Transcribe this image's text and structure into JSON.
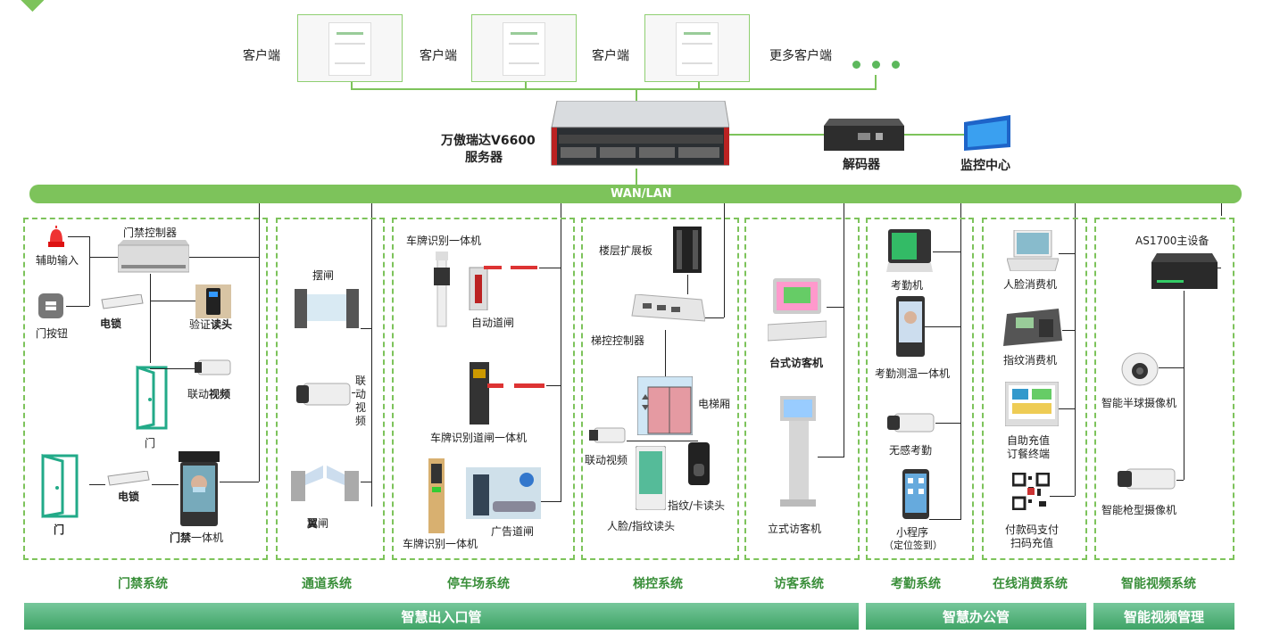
{
  "clients": {
    "labels": [
      "客户端",
      "客户端",
      "客户端",
      "更多客户端"
    ]
  },
  "server": {
    "line1": "万傲瑞达V6600",
    "line2": "服务器"
  },
  "decoder": {
    "label": "解码器"
  },
  "monitor": {
    "label": "监控中心"
  },
  "network": {
    "label": "WAN/LAN"
  },
  "access": {
    "controller": "门禁控制器",
    "aux_input": "辅助输入",
    "door_button": "门按钮",
    "lock1": "电锁",
    "verify_reader_a": "验证",
    "verify_reader_b": "读头",
    "link_video_a": "联动",
    "link_video_b": "视频",
    "door1": "门",
    "door2": "门",
    "lock2": "电锁",
    "terminal_a": "门禁",
    "terminal_b": "一体机",
    "system": "门禁系统"
  },
  "channel": {
    "swing_gate": "摆闸",
    "link_video": "联动视频",
    "wing_gate_a": "翼",
    "wing_gate_b": "闸",
    "system": "通道系统"
  },
  "parking": {
    "lpr": "车牌识别一体机",
    "auto_gate": "自动道闸",
    "lpr_gate": "车牌识别道闸一体机",
    "lpr2": "车牌识别一体机",
    "ad_gate": "广告道闸",
    "system": "停车场系统"
  },
  "elevator": {
    "floor_board": "楼层扩展板",
    "controller": "梯控控制器",
    "car": "电梯厢",
    "link_video": "联动视频",
    "reader": "指纹/卡读头",
    "face_reader": "人脸/指纹读头",
    "system": "梯控系统"
  },
  "visitor": {
    "desk": "台式访客机",
    "stand": "立式访客机",
    "system": "访客系统"
  },
  "attendance": {
    "machine": "考勤机",
    "temp": "考勤测温一体机",
    "silent": "无感考勤",
    "mini_a": "小程序",
    "mini_b": "（定位签到）",
    "system": "考勤系统"
  },
  "consume": {
    "face": "人脸消费机",
    "finger": "指纹消费机",
    "self_a": "自助充值",
    "self_b": "订餐终端",
    "pay_a": "付款码支付",
    "pay_b": "扫码充值",
    "system": "在线消费系统"
  },
  "video": {
    "host": "AS1700主设备",
    "dome": "智能半球摄像机",
    "bullet": "智能枪型摄像机",
    "system": "智能视频系统"
  },
  "bars": {
    "entry": "智慧出入口管",
    "office": "智慧办公管",
    "video": "智能视频管理"
  },
  "colors": {
    "green_line": "#7dc35b",
    "bar_green": "#3fa466",
    "system_text": "#3a8f3a"
  }
}
